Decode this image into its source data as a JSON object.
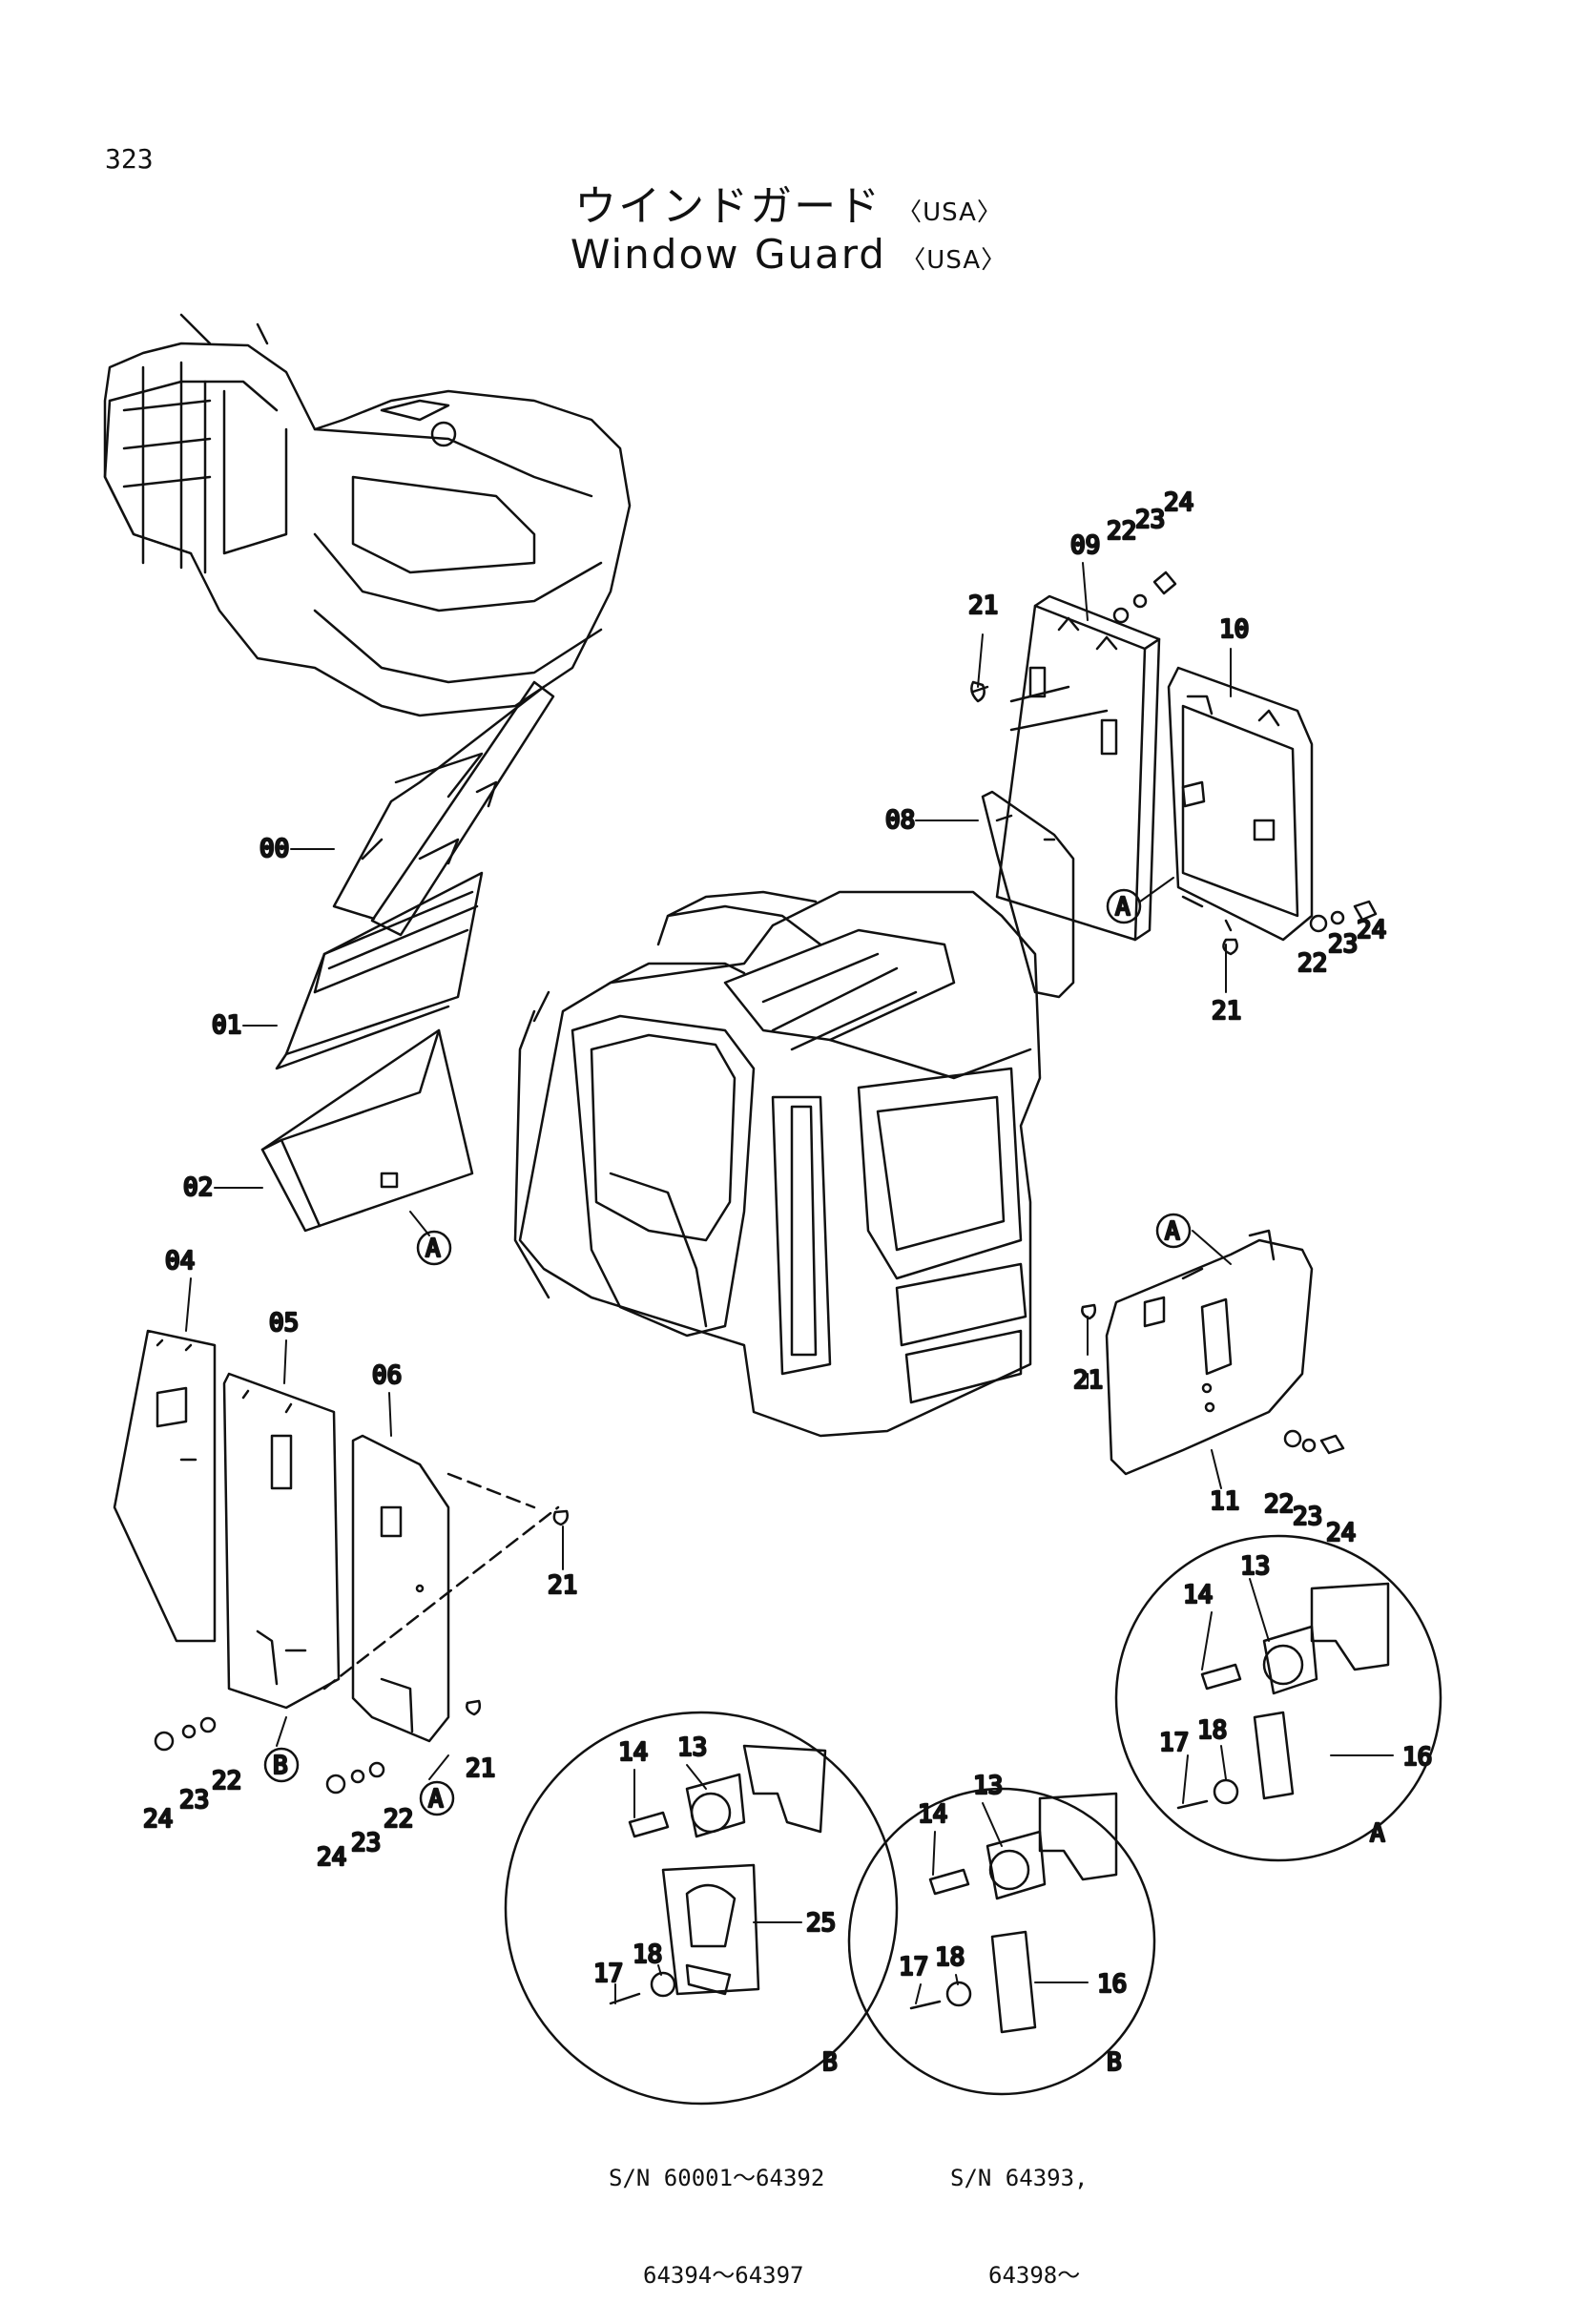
{
  "page_number": "323",
  "title_jp": "ウインドガード",
  "title_en": "Window Guard",
  "region_tag": "〈USA〉",
  "part_labels": [
    "00",
    "01",
    "02",
    "04",
    "05",
    "06",
    "08",
    "09",
    "10",
    "11",
    "13",
    "14",
    "16",
    "17",
    "18",
    "21",
    "22",
    "23",
    "24",
    "25"
  ],
  "callouts": {
    "a": "A",
    "b": "B"
  },
  "serial_b": {
    "line1": "S/N 60001～64392",
    "line2": "64394～64397"
  },
  "serial_b2": {
    "line1": "S/N 64393,",
    "line2": "64398～"
  }
}
